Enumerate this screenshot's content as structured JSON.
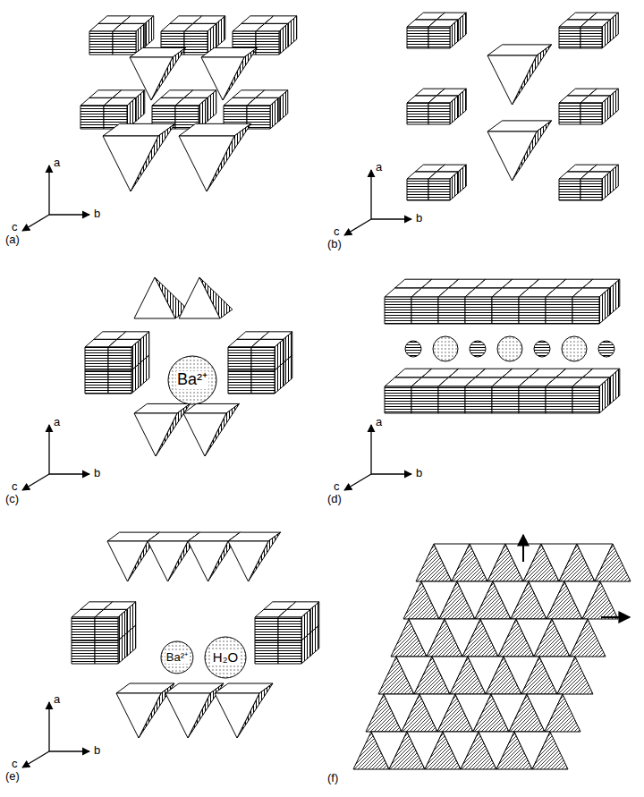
{
  "diagram": {
    "nodes": [
      {
        "text": [
          "Ba²⁺"
        ]
      },
      {
        "text": [
          "Ba²⁺"
        ]
      },
      {
        "text": [
          "H₂O"
        ]
      }
    ],
    "labels": [
      "a",
      "c",
      "b",
      "(a)",
      "a",
      "c",
      "b",
      "(b)",
      "a",
      "c",
      "b",
      "(c)",
      "a",
      "c",
      "b",
      "(d)",
      "a",
      "c",
      "b",
      "(e)",
      "(f)"
    ]
  }
}
